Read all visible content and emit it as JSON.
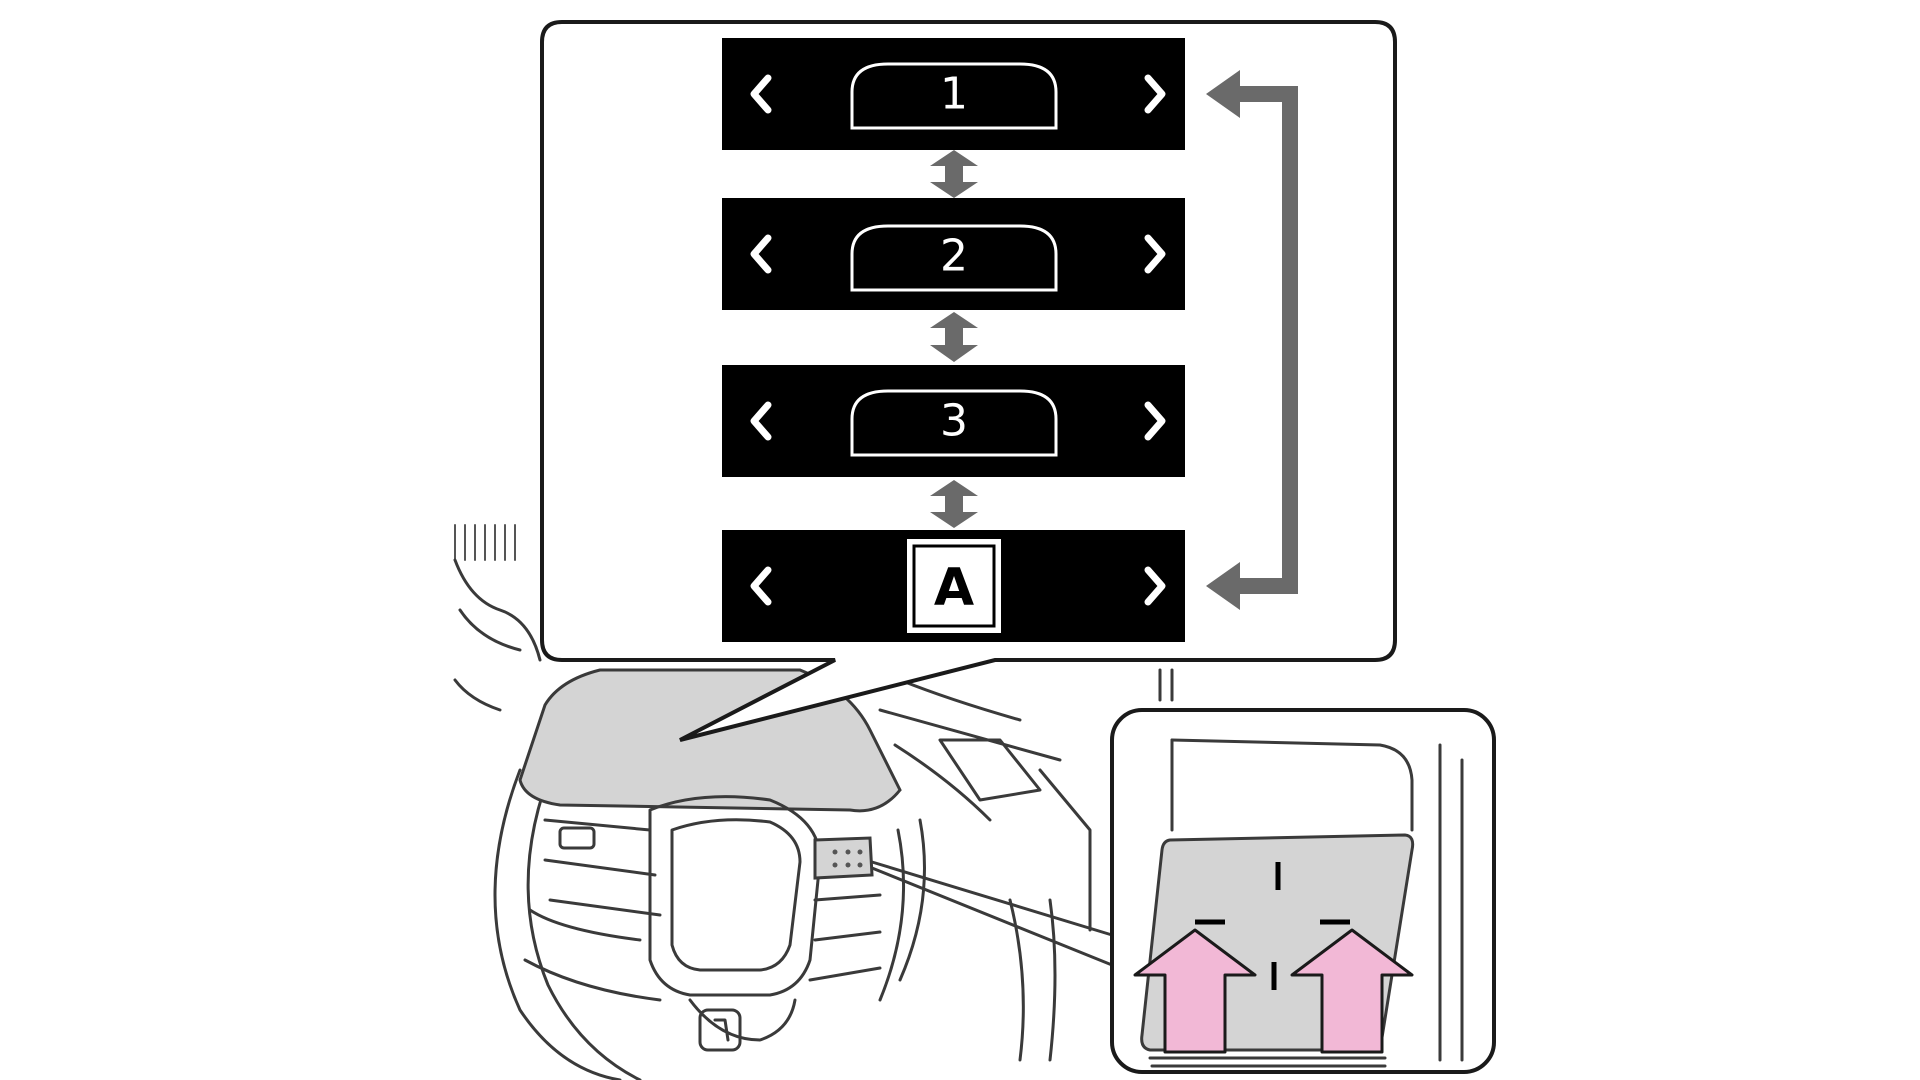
{
  "callout": {
    "modes": [
      {
        "id": "mode-1",
        "label": "1"
      },
      {
        "id": "mode-2",
        "label": "2"
      },
      {
        "id": "mode-3",
        "label": "3"
      },
      {
        "id": "mode-a",
        "label": "A"
      }
    ]
  },
  "colors": {
    "panel": "#000000",
    "connector": "#6a6a6a",
    "arrow_highlight": "#f2b8d6",
    "shading": "#d4d4d4"
  },
  "icons": {
    "left": "chevron-left-icon",
    "right": "chevron-right-icon",
    "between": "double-arrow-icon",
    "press": "press-arrow-icon"
  }
}
